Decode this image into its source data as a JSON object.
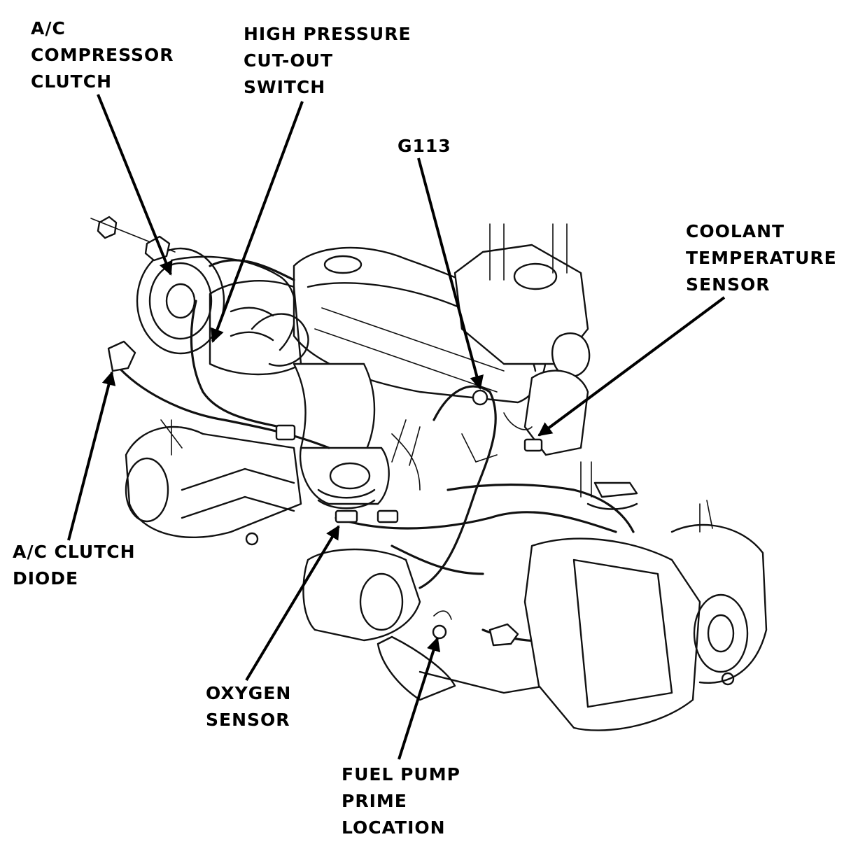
{
  "callouts": [
    {
      "id": "ac-compressor-clutch",
      "lines": [
        "A/C",
        "COMPRESSOR",
        "CLUTCH"
      ]
    },
    {
      "id": "high-pressure-cut-out-switch",
      "lines": [
        "HIGH PRESSURE",
        "CUT-OUT",
        "SWITCH"
      ]
    },
    {
      "id": "g113",
      "lines": [
        "G113"
      ]
    },
    {
      "id": "coolant-temperature-sensor",
      "lines": [
        "COOLANT",
        "TEMPERATURE",
        "SENSOR"
      ]
    },
    {
      "id": "ac-clutch-diode",
      "lines": [
        "A/C CLUTCH",
        "DIODE"
      ]
    },
    {
      "id": "oxygen-sensor",
      "lines": [
        "OXYGEN",
        "SENSOR"
      ]
    },
    {
      "id": "fuel-pump-prime-location",
      "lines": [
        "FUEL PUMP",
        "PRIME",
        "LOCATION"
      ]
    }
  ],
  "colors": {
    "ink": "#000000",
    "paper": "#ffffff"
  }
}
